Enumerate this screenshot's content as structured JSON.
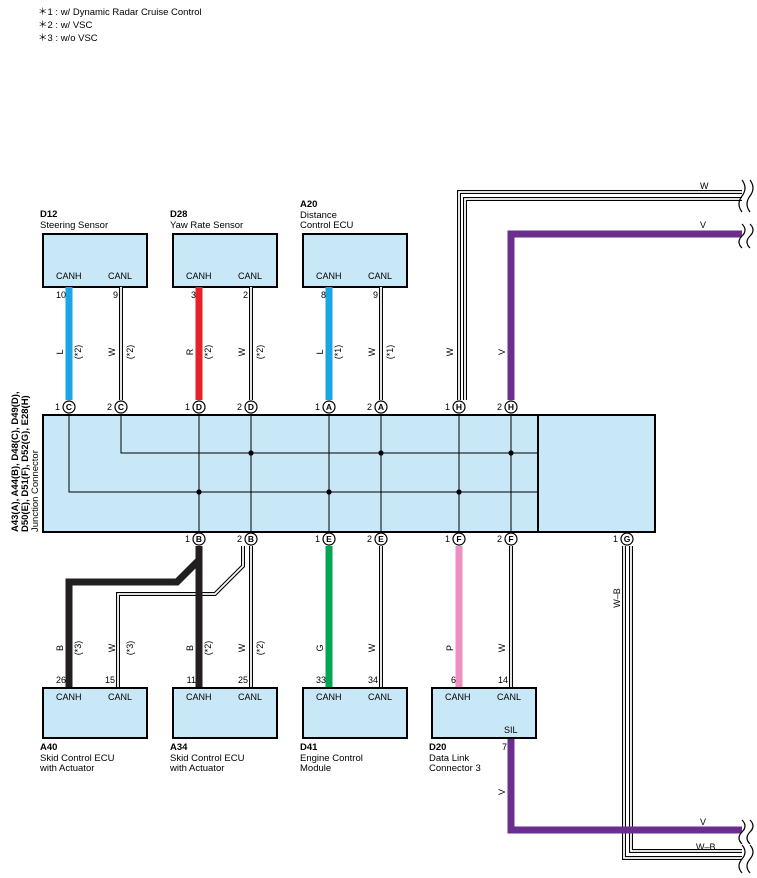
{
  "footnotes": [
    "＊1 : w/ Dynamic Radar Cruise Control",
    "＊2 : w/ VSC",
    "＊3 : w/o VSC"
  ],
  "colors": {
    "L": "#1aa6e4",
    "R": "#e8202a",
    "B": "#231f20",
    "G": "#00a651",
    "P": "#ef8fbf",
    "V": "#6b2e8f",
    "W": "#ffffff",
    "box_fill": "#c9e8f7"
  },
  "components_top": [
    {
      "code": "D12",
      "name_lines": [
        "Steering Sensor"
      ],
      "canh": "CANH",
      "canl": "CANL",
      "canh_pin": "10",
      "canl_pin": "9"
    },
    {
      "code": "D28",
      "name_lines": [
        "Yaw Rate Sensor"
      ],
      "canh": "CANH",
      "canl": "CANL",
      "canh_pin": "3",
      "canl_pin": "2"
    },
    {
      "code": "A20",
      "name_lines": [
        "Distance",
        "Control ECU"
      ],
      "canh": "CANH",
      "canl": "CANL",
      "canh_pin": "8",
      "canl_pin": "9"
    }
  ],
  "components_bottom": [
    {
      "code": "A40",
      "name_lines": [
        "Skid Control ECU",
        "with Actuator"
      ],
      "canh": "CANH",
      "canl": "CANL",
      "canh_pin": "26",
      "canl_pin": "15"
    },
    {
      "code": "A34",
      "name_lines": [
        "Skid Control ECU",
        "with Actuator"
      ],
      "canh": "CANH",
      "canl": "CANL",
      "canh_pin": "11",
      "canl_pin": "25"
    },
    {
      "code": "D41",
      "name_lines": [
        "Engine Control",
        "Module"
      ],
      "canh": "CANH",
      "canl": "CANL",
      "canh_pin": "33",
      "canl_pin": "34"
    },
    {
      "code": "D20",
      "name_lines": [
        "Data Link",
        "Connector 3"
      ],
      "canh": "CANH",
      "canl": "CANL",
      "canh_pin": "6",
      "canl_pin": "14",
      "extra_label": "SIL",
      "extra_pin": "7"
    }
  ],
  "junction": {
    "label_lines": [
      "A43(A), A44(B), D48(C), D49(D),",
      "D50(E), D51(F), D52(G), E28(H)",
      "Junction Connector"
    ],
    "top_pins": [
      {
        "num": "1",
        "letter": "C"
      },
      {
        "num": "2",
        "letter": "C"
      },
      {
        "num": "1",
        "letter": "D"
      },
      {
        "num": "2",
        "letter": "D"
      },
      {
        "num": "1",
        "letter": "A"
      },
      {
        "num": "2",
        "letter": "A"
      },
      {
        "num": "1",
        "letter": "H"
      },
      {
        "num": "2",
        "letter": "H"
      }
    ],
    "bottom_pins": [
      {
        "num": "1",
        "letter": "B"
      },
      {
        "num": "2",
        "letter": "B"
      },
      {
        "num": "1",
        "letter": "E"
      },
      {
        "num": "2",
        "letter": "E"
      },
      {
        "num": "1",
        "letter": "F"
      },
      {
        "num": "2",
        "letter": "F"
      },
      {
        "num": "1",
        "letter": "G"
      }
    ]
  },
  "wires_top": [
    {
      "color": "L",
      "note": "(*2)"
    },
    {
      "color": "W",
      "note": "(*2)"
    },
    {
      "color": "R",
      "note": "(*2)"
    },
    {
      "color": "W",
      "note": "(*2)"
    },
    {
      "color": "L",
      "note": "(*1)"
    },
    {
      "color": "W",
      "note": "(*1)"
    },
    {
      "color": "W",
      "note": ""
    },
    {
      "color": "V",
      "note": ""
    }
  ],
  "wires_bottom": [
    {
      "color": "B",
      "note": "(*3)"
    },
    {
      "color": "W",
      "note": "(*3)"
    },
    {
      "color": "B",
      "note": "(*2)"
    },
    {
      "color": "W",
      "note": "(*2)"
    },
    {
      "color": "G",
      "note": ""
    },
    {
      "color": "W",
      "note": ""
    },
    {
      "color": "P",
      "note": ""
    },
    {
      "color": "W",
      "note": ""
    },
    {
      "color": "W–B",
      "note": ""
    }
  ],
  "continuations": {
    "top_w": "W",
    "top_v": "V",
    "bottom_v": "V",
    "bottom_wb": "W–B",
    "dlc_wire": "V"
  }
}
